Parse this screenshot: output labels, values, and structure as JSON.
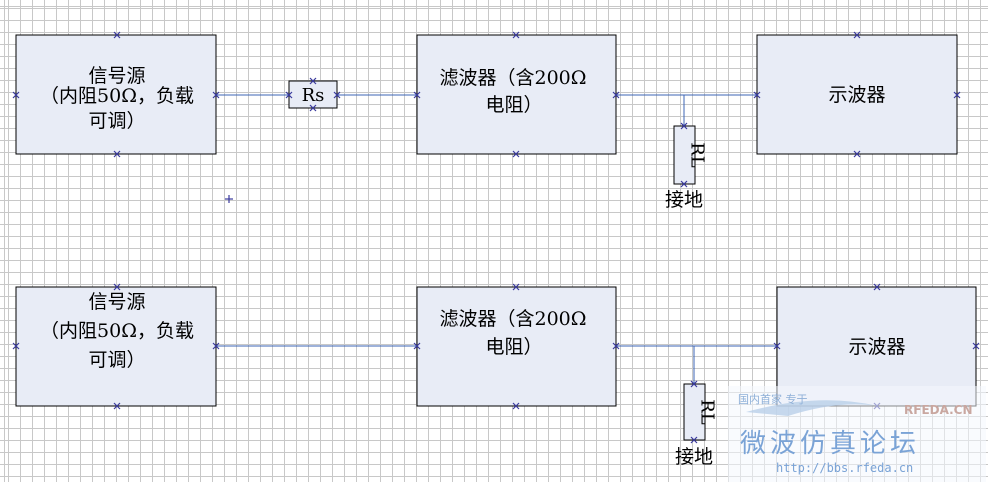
{
  "colors": {
    "box_fill": "#E8ECF6",
    "box_stroke": "#000000",
    "wire": "#3C64B4",
    "handle": "#3A3A9E",
    "grid": "#C8C8C8"
  },
  "circuit1": {
    "source": [
      "信号源",
      "（内阻50Ω，负载",
      "可调）"
    ],
    "rs_label": "Rs",
    "filter": [
      "滤波器（含200Ω",
      "电阻）"
    ],
    "scope": "示波器",
    "rl_label": "RL",
    "ground": "接地"
  },
  "circuit2": {
    "source": [
      "信号源",
      "（内阻50Ω，负载",
      "可调）"
    ],
    "filter": [
      "滤波器（含200Ω",
      "电阻）"
    ],
    "scope": "示波器",
    "rl_label": "RL",
    "ground": "接地"
  },
  "watermark": {
    "line1": "国内首家  专于",
    "main": "微波仿真论坛",
    "url": "http://bbs.rfeda.cn",
    "brand": "RFEDA.CN"
  }
}
